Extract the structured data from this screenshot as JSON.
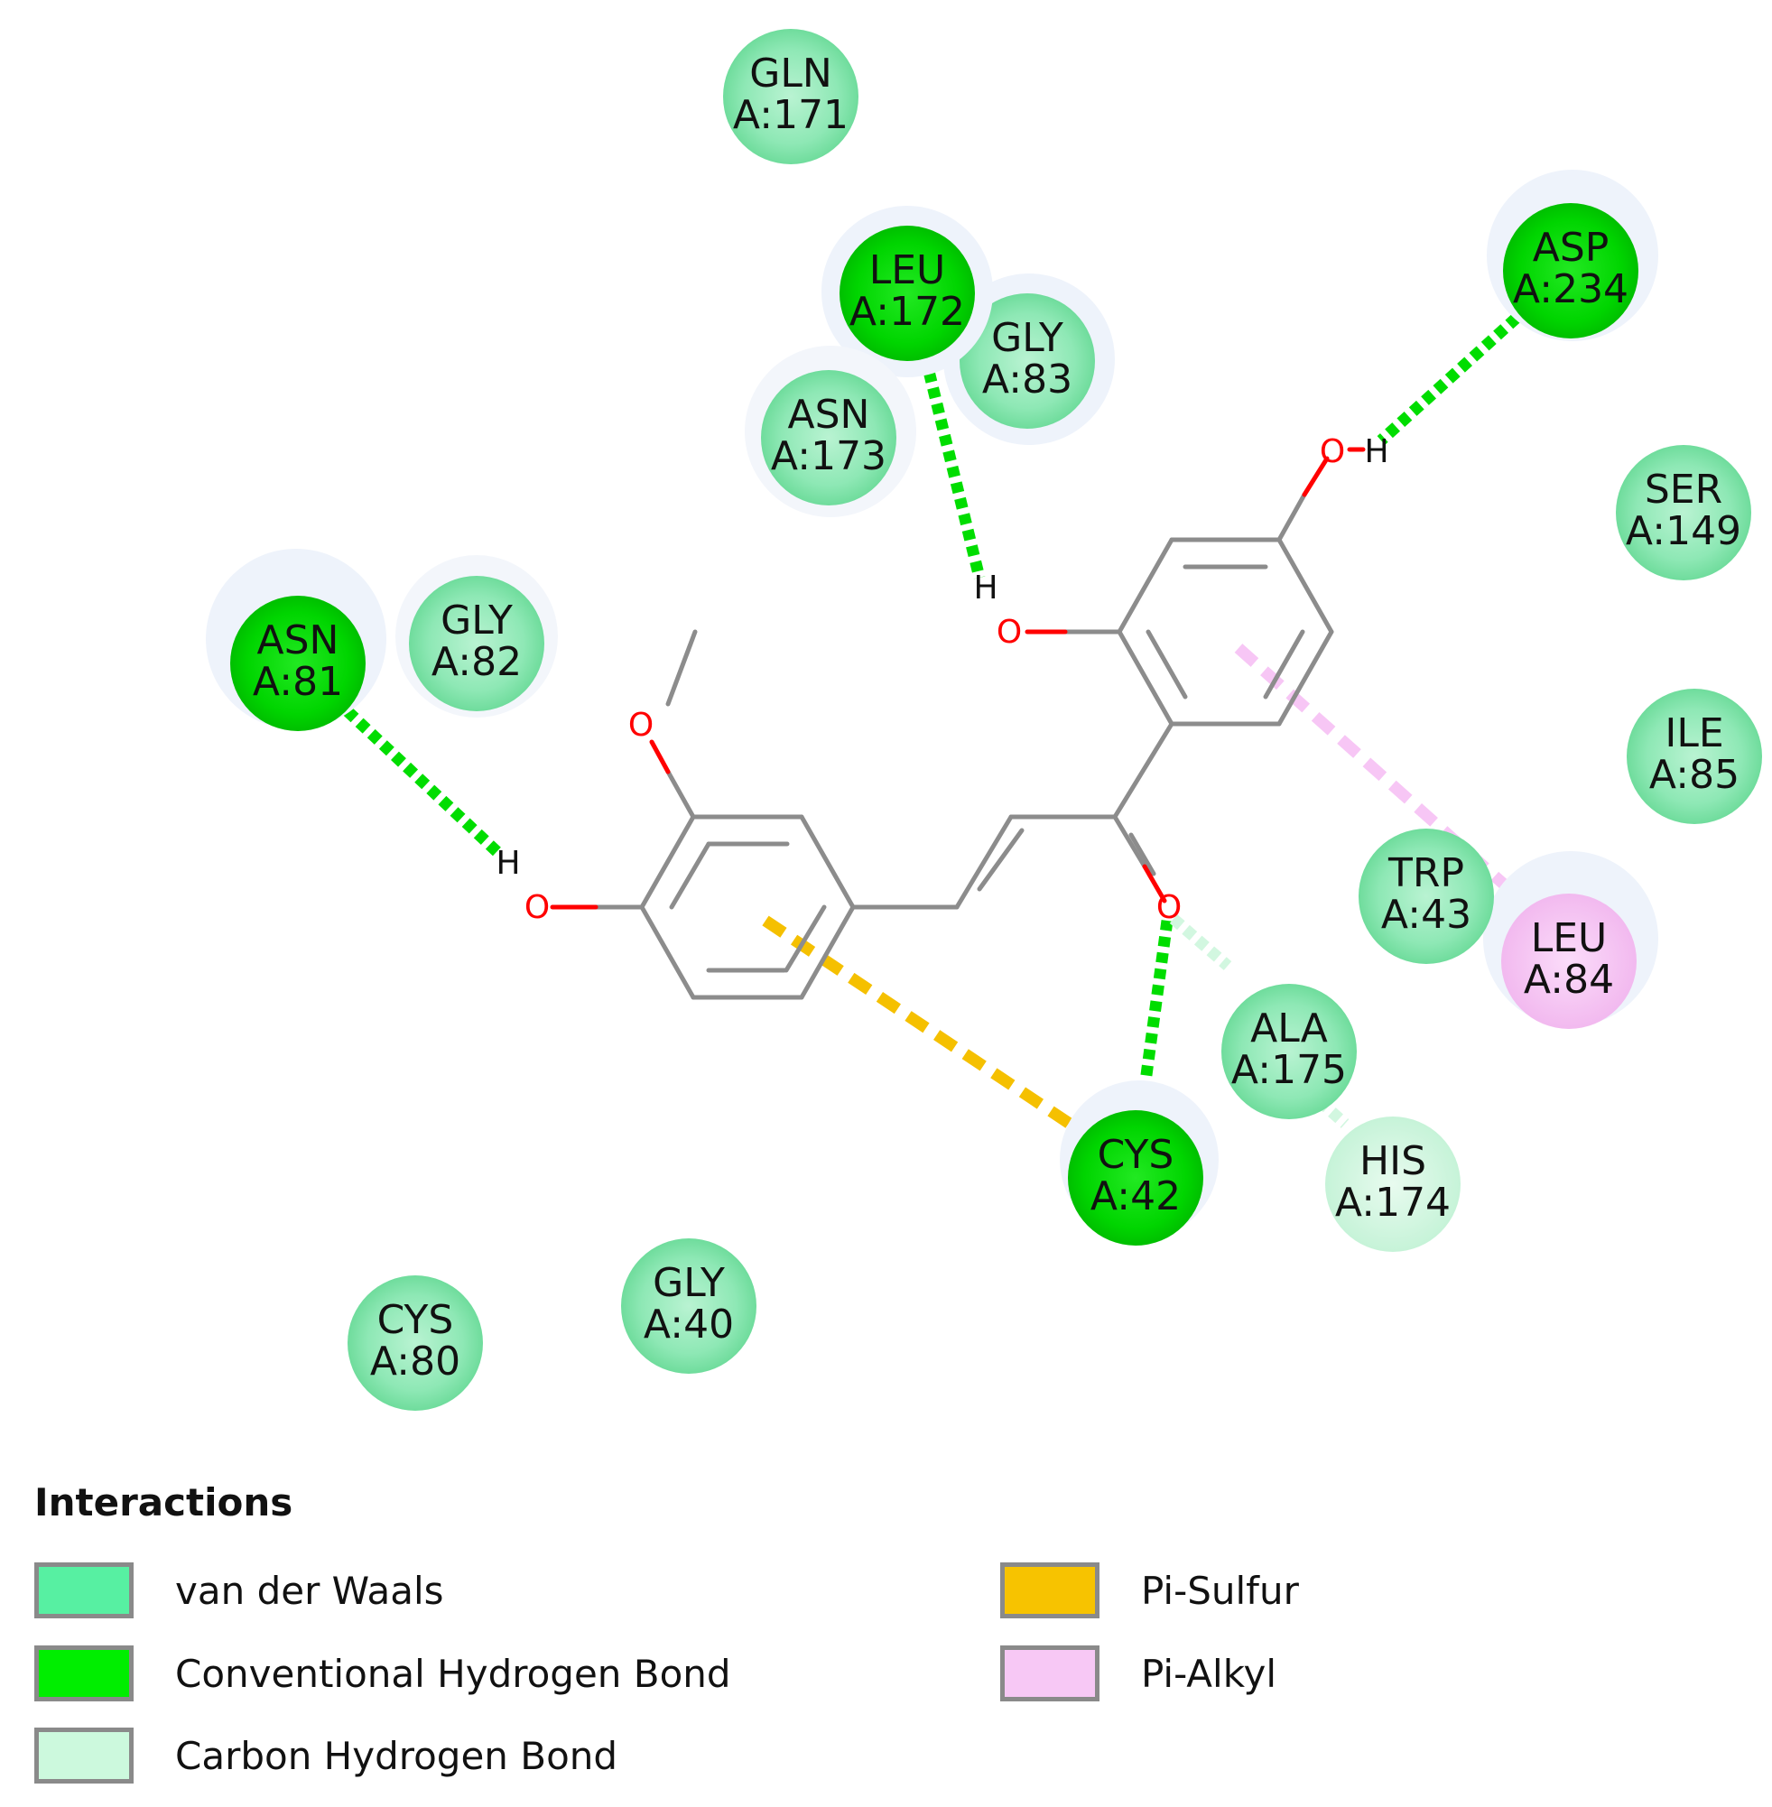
{
  "residues": [
    {
      "id": "gln171",
      "line1": "GLN",
      "line2": "A:171",
      "type": "vdw"
    },
    {
      "id": "leu172",
      "line1": "LEU",
      "line2": "A:172",
      "type": "hbond"
    },
    {
      "id": "gly83",
      "line1": "GLY",
      "line2": "A:83",
      "type": "vdw"
    },
    {
      "id": "asp234",
      "line1": "ASP",
      "line2": "A:234",
      "type": "hbond"
    },
    {
      "id": "asn173",
      "line1": "ASN",
      "line2": "A:173",
      "type": "vdw"
    },
    {
      "id": "ser149",
      "line1": "SER",
      "line2": "A:149",
      "type": "vdw"
    },
    {
      "id": "asn81",
      "line1": "ASN",
      "line2": "A:81",
      "type": "hbond"
    },
    {
      "id": "gly82",
      "line1": "GLY",
      "line2": "A:82",
      "type": "vdw"
    },
    {
      "id": "ile85",
      "line1": "ILE",
      "line2": "A:85",
      "type": "vdw"
    },
    {
      "id": "trp43",
      "line1": "TRP",
      "line2": "A:43",
      "type": "vdw"
    },
    {
      "id": "leu84",
      "line1": "LEU",
      "line2": "A:84",
      "type": "pialkyl"
    },
    {
      "id": "ala175",
      "line1": "ALA",
      "line2": "A:175",
      "type": "vdw"
    },
    {
      "id": "cys42",
      "line1": "CYS",
      "line2": "A:42",
      "type": "hbond"
    },
    {
      "id": "his174",
      "line1": "HIS",
      "line2": "A:174",
      "type": "chbond"
    },
    {
      "id": "gly40",
      "line1": "GLY",
      "line2": "A:40",
      "type": "vdw"
    },
    {
      "id": "cys80",
      "line1": "CYS",
      "line2": "A:80",
      "type": "vdw"
    }
  ],
  "atom_labels": {
    "oxygen": "O",
    "hydrogen": "H"
  },
  "colors": {
    "vdw": "#7ee3a8",
    "hbond": "#00dd00",
    "chbond": "#d2f7e0",
    "pisulfur": "#f5c000",
    "pialkyl": "#f7c6f5",
    "bond": "#8c8c8c",
    "oxygen": "#ff0000"
  },
  "legend": {
    "title": "Interactions",
    "items": [
      {
        "label": "van der Waals",
        "color": "#57f0a2"
      },
      {
        "label": "Conventional Hydrogen Bond",
        "color": "#00ee00"
      },
      {
        "label": "Carbon Hydrogen Bond",
        "color": "#ccf9dd"
      },
      {
        "label": "Pi-Sulfur",
        "color": "#f7c300"
      },
      {
        "label": "Pi-Alkyl",
        "color": "#f7c8f5"
      }
    ]
  }
}
